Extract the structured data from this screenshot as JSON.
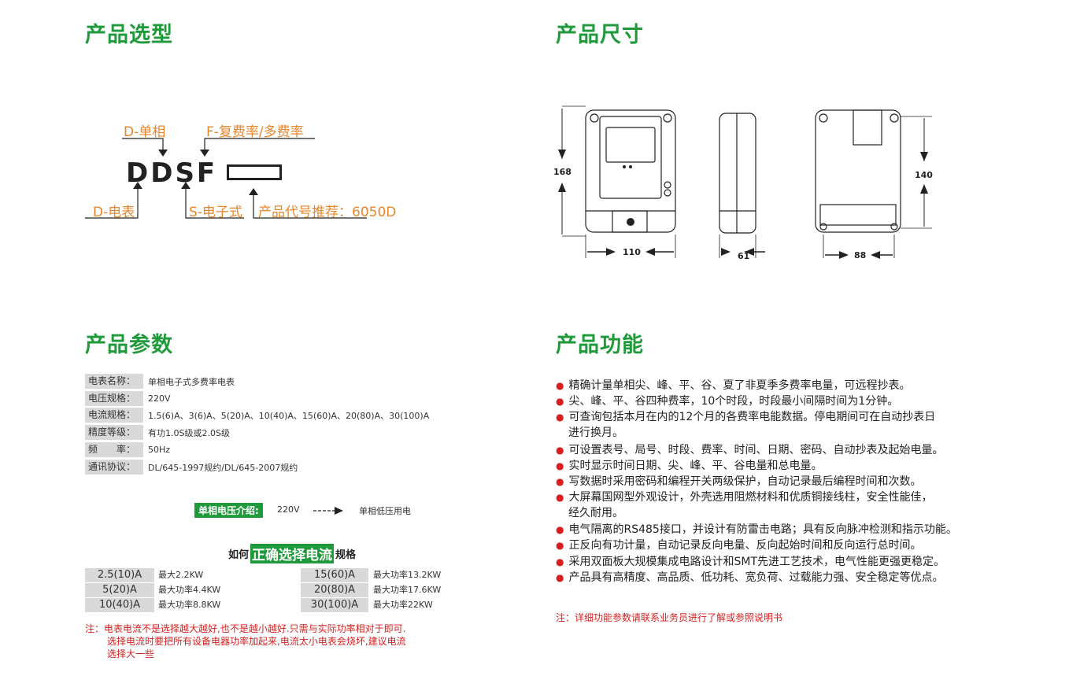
{
  "sections": {
    "selection_title": "产品选型",
    "size_title": "产品尺寸",
    "params_title": "产品参数",
    "functions_title": "产品功能"
  },
  "selection": {
    "d_single_phase": "D-单相",
    "f_multi_rate": "F-复费率/多费率",
    "code": "DDSF",
    "d_meter": "D-电表",
    "s_electronic": "S-电子式",
    "recommend": "产品代号推荐：6050D"
  },
  "dimensions": {
    "front_height": "168",
    "front_width": "110",
    "side_width": "61",
    "back_height": "140",
    "back_width": "88"
  },
  "params": [
    {
      "label": "电表名称：",
      "value": "单相电子式多费率电表"
    },
    {
      "label": "电压规格：",
      "value": "220V"
    },
    {
      "label": "电流规格：",
      "value": "1.5(6)A、3(6)A、5(20)A、10(40)A、15(60)A、20(80)A、30(100)A"
    },
    {
      "label": "精度等级：",
      "value": "有功1.0S级或2.0S级"
    },
    {
      "label": "频　　率：",
      "value": "50Hz"
    },
    {
      "label": "通讯协议：",
      "value": "DL/645-1997规约/DL/645-2007规约"
    }
  ],
  "voltage_intro": {
    "badge": "单相电压介绍:",
    "value": "220V",
    "desc": "单相低压用电"
  },
  "current_guide": {
    "prefix": "如何",
    "highlight": "正确选择电流",
    "suffix": "规格",
    "left": [
      {
        "current": "2.5(10)A",
        "power": "最大2.2KW"
      },
      {
        "current": "5(20)A",
        "power": "最大功率4.4KW"
      },
      {
        "current": "10(40)A",
        "power": "最大功率8.8KW"
      }
    ],
    "right": [
      {
        "current": "15(60)A",
        "power": "最大功率13.2KW"
      },
      {
        "current": "20(80)A",
        "power": "最大功率17.6KW"
      },
      {
        "current": "30(100)A",
        "power": "最大功率22KW"
      }
    ]
  },
  "current_note": {
    "line1": "注：电表电流不是选择越大越好,也不是越小越好.只需与实际功率相对于即可.",
    "line2": "选择电流时要把所有设备电器功率加起来,电流太小电表会烧坏,建议电流",
    "line3": "选择大一些"
  },
  "functions": [
    "精确计量单相尖、峰、平、谷、夏了非夏季多费率电量，可远程抄表。",
    "尖、峰、平、谷四种费率，10个时段，时段最小间隔时间为1分钟。",
    "可查询包括本月在内的12个月的各费率电能数据。停电期间可在自动抄表日",
    "进行换月。",
    "可设置表号、局号、时段、费率、时间、日期、密码、自动抄表及起始电量。",
    "实时显示时间日期、尖、峰、平、谷电量和总电量。",
    "写数据时采用密码和编程开关两级保护，自动记录最后编程时间和次数。",
    "大屏幕国网型外观设计，外壳选用阻燃材料和优质铜接线柱，安全性能佳，",
    "经久耐用。",
    "电气隔离的RS485接口，并设计有防雷击电路；具有反向脉冲检测和指示功能。",
    "正反向有功计量，自动记录反向电量、反向起始时间和反向运行总时间。",
    "采用双面板大规模集成电路设计和SMT先进工艺技术，电气性能更强更稳定。",
    "产品具有高精度、高品质、低功耗、宽负荷、过载能力强、安全稳定等优点。"
  ],
  "functions_note": "注：详细功能参数请联系业务员进行了解或参照说明书",
  "colors": {
    "title_green": "#1f9a3a",
    "orange": "#e8862b",
    "red": "#d81e1e",
    "label_gray": "#d9d9d9"
  }
}
